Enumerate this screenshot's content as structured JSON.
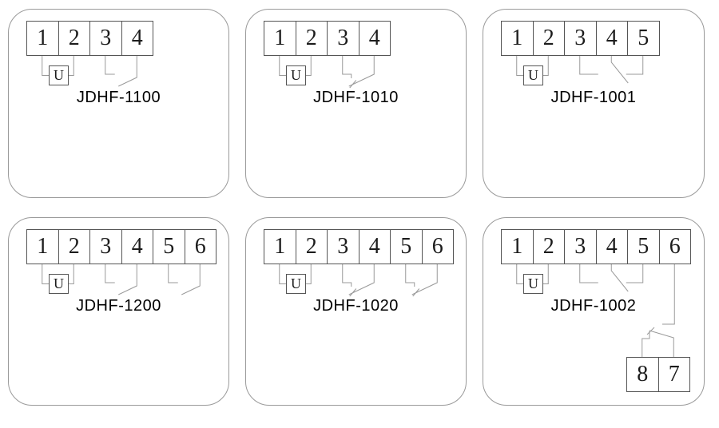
{
  "style": {
    "background": "#ffffff",
    "wire_color": "#9a9a9a",
    "terminal_border_color": "#555555",
    "panel_border_color": "#9a9a9a",
    "text_color": "#1c1c1c"
  },
  "panels": [
    {
      "model": "JDHF-1100",
      "terminals": [
        "1",
        "2",
        "3",
        "4"
      ],
      "coil": "U",
      "coil_terminals": "1-2",
      "contacts": [
        "normally-open contact between terminals 3 and 4"
      ]
    },
    {
      "model": "JDHF-1010",
      "terminals": [
        "1",
        "2",
        "3",
        "4"
      ],
      "coil": "U",
      "coil_terminals": "1-2",
      "contacts": [
        "normally-closed contact between terminals 3 and 4"
      ]
    },
    {
      "model": "JDHF-1001",
      "terminals": [
        "1",
        "2",
        "3",
        "4",
        "5"
      ],
      "coil": "U",
      "coil_terminals": "1-2",
      "contacts": [
        "changeover contact across terminals 3, 4, 5"
      ]
    },
    {
      "model": "JDHF-1200",
      "terminals": [
        "1",
        "2",
        "3",
        "4",
        "5",
        "6"
      ],
      "coil": "U",
      "coil_terminals": "1-2",
      "contacts": [
        "normally-open contact between terminals 3 and 4",
        "normally-open contact between terminals 5 and 6"
      ]
    },
    {
      "model": "JDHF-1020",
      "terminals": [
        "1",
        "2",
        "3",
        "4",
        "5",
        "6"
      ],
      "coil": "U",
      "coil_terminals": "1-2",
      "contacts": [
        "normally-closed contact between terminals 3 and 4",
        "normally-closed contact between terminals 5 and 6"
      ]
    },
    {
      "model": "JDHF-1002",
      "terminals": [
        "1",
        "2",
        "3",
        "4",
        "5",
        "6"
      ],
      "extra_terminals": [
        "8",
        "7"
      ],
      "coil": "U",
      "coil_terminals": "1-2",
      "contacts": [
        "changeover contact across terminals 3, 4, 5",
        "changeover contact across terminals 6, 7, 8"
      ]
    }
  ]
}
